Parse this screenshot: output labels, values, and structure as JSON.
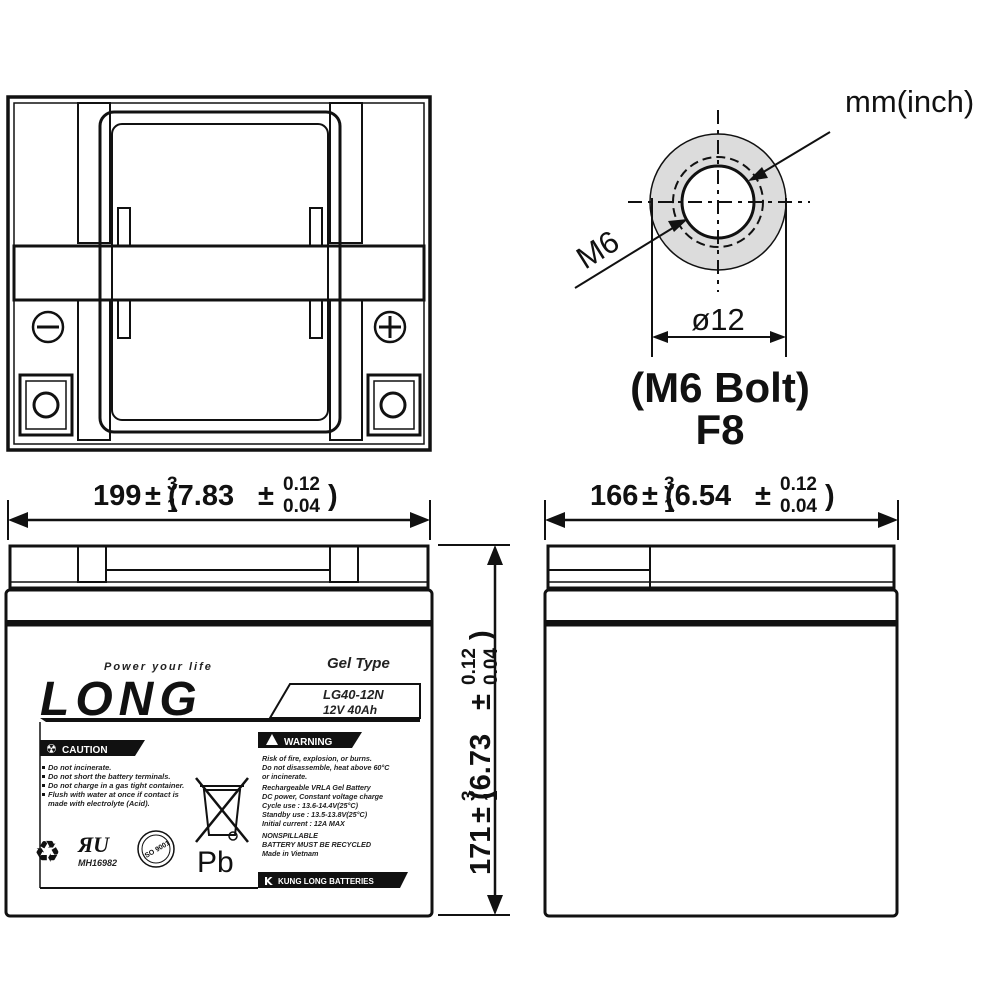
{
  "unit_note": "mm(inch)",
  "terminal": {
    "thread_label": "M6",
    "diameter_label": "ø12",
    "bolt_label": "(M6 Bolt)",
    "code": "F8"
  },
  "dimensions": {
    "length": {
      "base": "199",
      "tol_up": "3",
      "tol_down": "1",
      "inch": "(7.83",
      "inch_up": "0.12",
      "inch_down": "0.04",
      "close": ")"
    },
    "width": {
      "base": "166",
      "tol_up": "3",
      "tol_down": "1",
      "inch": "(6.54",
      "inch_up": "0.12",
      "inch_down": "0.04",
      "close": ")"
    },
    "height": {
      "base": "171",
      "tol_up": "3",
      "tol_down": "1",
      "inch": "(6.73",
      "inch_up": "0.12",
      "inch_down": "0.04",
      "close": ")"
    },
    "pm": "±"
  },
  "label": {
    "brand": "LONG",
    "tagline": "Power your life",
    "type": "Gel Type",
    "model": "LG40-12N",
    "rating": "12V 40Ah",
    "caution_title": "CAUTION",
    "caution_lines": [
      "Do not incinerate.",
      "Do not short the battery terminals.",
      "Do not charge in a gas tight container.",
      "Flush with water at once if contact is",
      "made with electrolyte (Acid)."
    ],
    "warning_title": "WARNING",
    "warning_lines": [
      "Risk of fire, explosion, or burns.",
      "Do not disassemble, heat above 60°C",
      "or incinerate.",
      "Rechargeable VRLA Gel Battery",
      "DC power, Constant voltage charge",
      "Cycle  use : 13.6-14.4V(25°C)",
      "Standby use : 13.5-13.8V(25°C)",
      "Initial current : 12A MAX",
      "NONSPILLABLE",
      "BATTERY MUST BE RECYCLED",
      "Made in Vietnam"
    ],
    "ul_code": "MH16982",
    "iso": "ISO 9001",
    "pb": "Pb",
    "maker": "KUNG LONG BATTERIES"
  }
}
